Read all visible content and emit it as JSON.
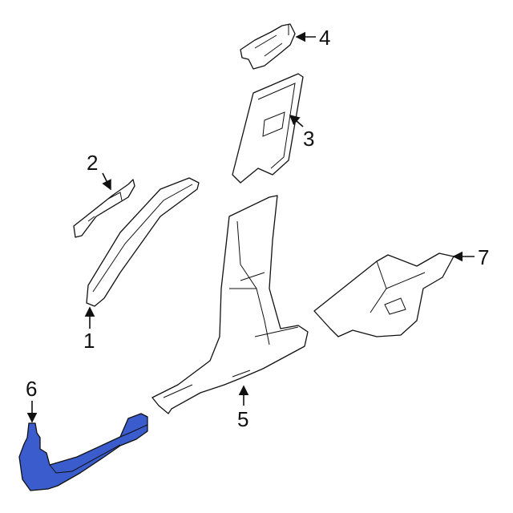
{
  "diagram": {
    "callouts": [
      {
        "id": "1",
        "label": "1"
      },
      {
        "id": "2",
        "label": "2"
      },
      {
        "id": "3",
        "label": "3"
      },
      {
        "id": "4",
        "label": "4"
      },
      {
        "id": "5",
        "label": "5"
      },
      {
        "id": "6",
        "label": "6"
      },
      {
        "id": "7",
        "label": "7"
      }
    ],
    "highlight_color": "#3a5ccc",
    "highlighted_part": "6"
  }
}
